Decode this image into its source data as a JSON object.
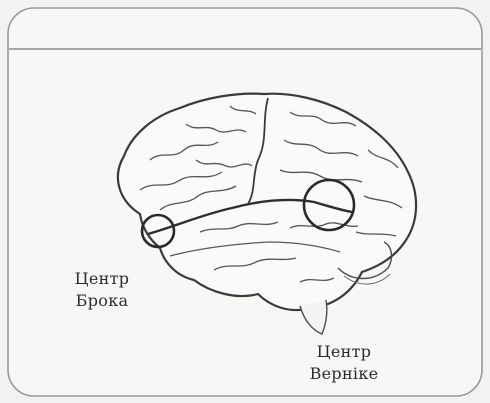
{
  "labels": {
    "broca": {
      "line1": "Центр",
      "line2": "Брока"
    },
    "wernicke": {
      "line1": "Центр",
      "line2": "Вернікe"
    }
  },
  "colors": {
    "background": "#f2f2f0",
    "frame": "#9a9a9a",
    "brain_fill": "#fafafa",
    "brain_stroke": "#3a3a3a",
    "highlight_circle": "#2a2a2a"
  },
  "icons": {
    "brain": "brain-illustration",
    "broca_marker": "circle-marker",
    "wernicke_marker": "circle-marker"
  }
}
